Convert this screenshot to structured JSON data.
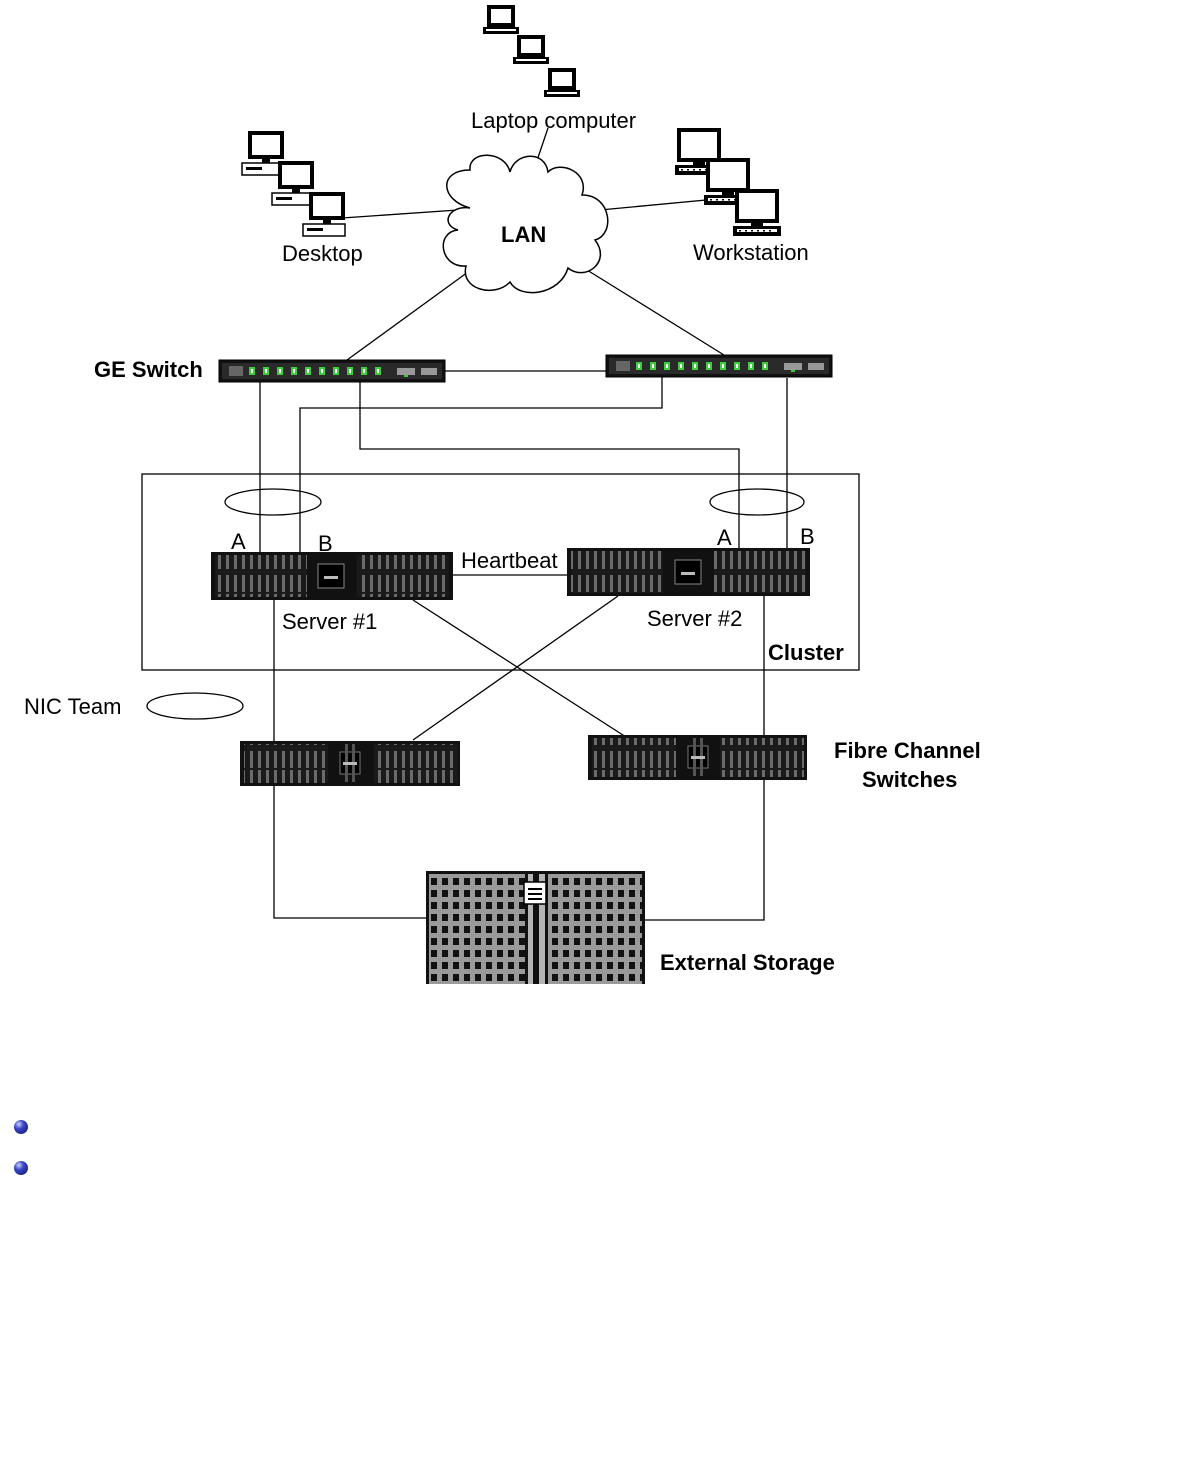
{
  "diagram": {
    "labels": {
      "laptop": "Laptop computer",
      "lan": "LAN",
      "desktop": "Desktop",
      "workstation": "Workstation",
      "ge_switch": "GE Switch",
      "server1_port_a": "A",
      "server1_port_b": "B",
      "server2_port_a": "A",
      "server2_port_b": "B",
      "heartbeat": "Heartbeat",
      "server1": "Server #1",
      "server2": "Server #2",
      "cluster": "Cluster",
      "nic_team": "NIC Team",
      "fc_switches_line1": "Fibre Channel",
      "fc_switches_line2": "Switches",
      "external_storage": "External Storage"
    },
    "icons": {
      "laptop": "laptop-icon",
      "desktop": "desktop-computer-icon",
      "workstation": "workstation-icon",
      "cloud": "cloud-icon",
      "switch": "network-switch-icon",
      "server": "rack-server-icon",
      "fc_switch": "fibre-channel-switch-icon",
      "storage": "storage-array-icon"
    }
  },
  "bullets": [
    {
      "text": ""
    },
    {
      "text": ""
    }
  ]
}
